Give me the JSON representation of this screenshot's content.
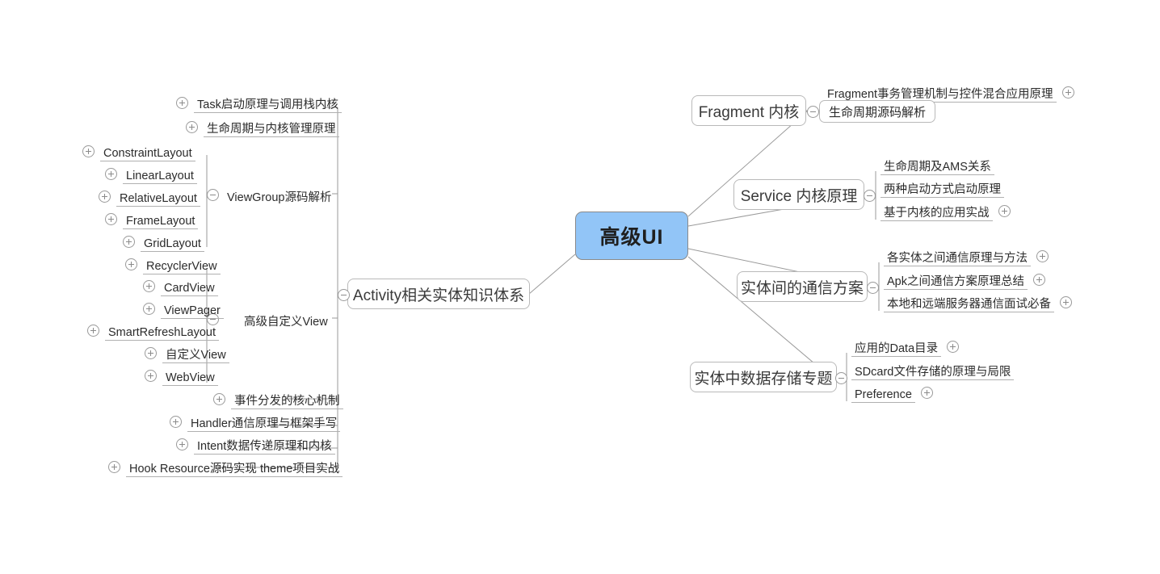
{
  "mindmap": {
    "root": {
      "label": "高级UI",
      "fill": "#92C5F7",
      "border": "#8a8a8a"
    },
    "icons": {
      "expand": "plus-circle-icon",
      "collapse": "minus-circle-icon"
    },
    "right_branches": [
      {
        "label": "Fragment 内核",
        "state": "collapse",
        "children": [
          {
            "label": "Fragment事务管理机制与控件混合应用原理",
            "expander": "plus",
            "style": "leaf"
          },
          {
            "label": "生命周期源码解析",
            "expander": "none",
            "style": "boxed"
          }
        ]
      },
      {
        "label": "Service 内核原理",
        "state": "collapse",
        "children": [
          {
            "label": "生命周期及AMS关系",
            "expander": "none",
            "style": "leaf"
          },
          {
            "label": "两种启动方式启动原理",
            "expander": "none",
            "style": "leaf"
          },
          {
            "label": "基于内核的应用实战",
            "expander": "plus",
            "style": "leaf"
          }
        ]
      },
      {
        "label": "实体间的通信方案",
        "state": "collapse",
        "children": [
          {
            "label": "各实体之间通信原理与方法",
            "expander": "plus",
            "style": "leaf"
          },
          {
            "label": "Apk之间通信方案原理总结",
            "expander": "plus",
            "style": "leaf"
          },
          {
            "label": "本地和远端服务器通信面试必备",
            "expander": "plus",
            "style": "leaf"
          }
        ]
      },
      {
        "label": "实体中数据存储专题",
        "state": "collapse",
        "children": [
          {
            "label": "应用的Data目录",
            "expander": "plus",
            "style": "leaf"
          },
          {
            "label": "SDcard文件存储的原理与局限",
            "expander": "none",
            "style": "leaf"
          },
          {
            "label": "Preference",
            "expander": "plus",
            "style": "leaf"
          }
        ]
      }
    ],
    "left_branches": [
      {
        "label": "Activity相关实体知识体系",
        "state": "collapse",
        "children": [
          {
            "label": "Task启动原理与调用栈内核",
            "expander": "plus",
            "style": "leaf"
          },
          {
            "label": "生命周期与内核管理原理",
            "expander": "plus",
            "style": "leaf"
          },
          {
            "label": "ViewGroup源码解析",
            "expander": "minus",
            "style": "group",
            "children": [
              {
                "label": "ConstraintLayout",
                "expander": "plus"
              },
              {
                "label": "LinearLayout",
                "expander": "plus"
              },
              {
                "label": "RelativeLayout",
                "expander": "plus"
              },
              {
                "label": "FrameLayout",
                "expander": "plus"
              },
              {
                "label": "GridLayout",
                "expander": "plus"
              }
            ]
          },
          {
            "label": "高级自定义View",
            "expander": "minus",
            "style": "group",
            "children": [
              {
                "label": "RecyclerView",
                "expander": "plus"
              },
              {
                "label": "CardView",
                "expander": "plus"
              },
              {
                "label": "ViewPager",
                "expander": "plus"
              },
              {
                "label": "SmartRefreshLayout",
                "expander": "plus"
              },
              {
                "label": "自定义View",
                "expander": "plus"
              },
              {
                "label": "WebView",
                "expander": "plus"
              }
            ]
          },
          {
            "label": "事件分发的核心机制",
            "expander": "plus",
            "style": "leaf"
          },
          {
            "label": "Handler通信原理与框架手写",
            "expander": "plus",
            "style": "leaf"
          },
          {
            "label": "Intent数据传递原理和内核",
            "expander": "plus",
            "style": "leaf"
          },
          {
            "label": "Hook Resource源码实现 theme项目实战",
            "expander": "plus",
            "style": "leaf"
          }
        ]
      }
    ]
  }
}
